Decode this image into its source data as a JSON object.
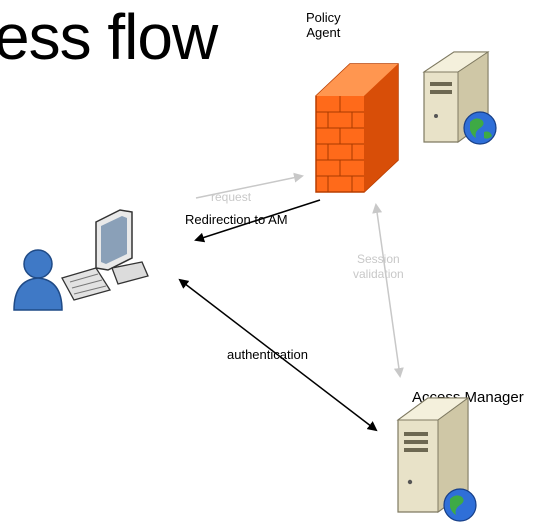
{
  "title": "ess flow",
  "nodes": {
    "policy_agent": "Policy\nAgent",
    "access_manager": "Access Manager"
  },
  "edges": {
    "request": "request",
    "redirection": "Redirection to AM",
    "session_validation": "Session\nvalidation",
    "authentication": "authentication"
  },
  "colors": {
    "firewall": "#ff6a1a",
    "server": "#e8e2c8",
    "user": "#3f79c6",
    "globe": "#2f6fd8"
  }
}
